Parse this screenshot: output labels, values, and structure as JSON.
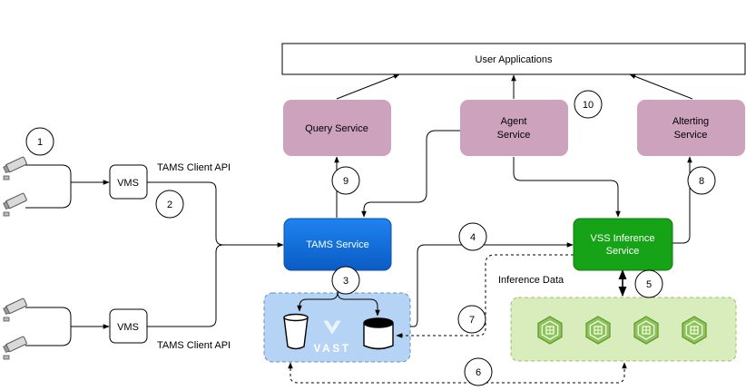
{
  "nodes": {
    "user_apps": "User Applications",
    "query": "Query Service",
    "agent": [
      "Agent",
      "Service"
    ],
    "alerting": [
      "Alterting",
      "Service"
    ],
    "tams": "TAMS Service",
    "vss": [
      "VSS Inference",
      "Service"
    ],
    "vms_top": "VMS",
    "vms_bottom": "VMS",
    "vast": "VAST"
  },
  "labels": {
    "tams_api_top": "TAMS Client API",
    "tams_api_bottom": "TAMS Client API",
    "inference_data": "Inference Data"
  },
  "steps": [
    "1",
    "2",
    "3",
    "4",
    "5",
    "6",
    "7",
    "8",
    "9",
    "10"
  ],
  "icons": {
    "camera": "security-camera-icon",
    "bucket": "bucket-icon",
    "database": "database-icon",
    "gpu": "gpu-chip-icon"
  },
  "colors": {
    "service_pink": "#cda2bd",
    "tams_blue": "#0a68d4",
    "vss_green": "#17a317",
    "storage_bg": "#b5d3f5",
    "gpu_bg": "#d8ecbc",
    "gpu_chip": "#7bbd45"
  }
}
